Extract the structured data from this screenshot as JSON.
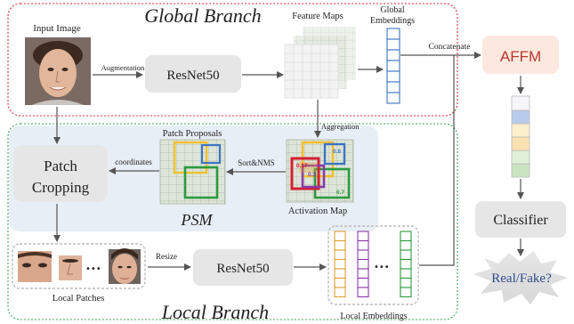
{
  "branches": {
    "global": "Global Branch",
    "local": "Local Branch",
    "psm": "PSM"
  },
  "inputs": {
    "input_image": "Input Image",
    "augmentation": "Augmentation"
  },
  "global_path": {
    "resnet": "ResNet50",
    "feature_maps": "Feature Maps",
    "global_embeddings_line1": "Global",
    "global_embeddings_line2": "Embeddings",
    "concatenate": "Concatenate"
  },
  "psm_path": {
    "aggregation": "Aggregation",
    "patch_proposals": "Patch Proposals",
    "sort_nms": "Sort&NMS",
    "activation_map": "Activation Map",
    "coordinates": "coordinates",
    "patch_cropping_line1": "Patch",
    "patch_cropping_line2": "Cropping",
    "scores": [
      "0.17",
      "0.8",
      "0.3",
      "0.7"
    ]
  },
  "local_path": {
    "local_patches": "Local Patches",
    "resize": "Resize",
    "resnet": "ResNet50",
    "local_embeddings": "Local Embeddings",
    "ellipsis": "•••"
  },
  "head": {
    "affm": "AFFM",
    "classifier": "Classifier",
    "output": "Real/Fake?"
  },
  "colors": {
    "global_border": "#d6303a",
    "local_border": "#3aa35a",
    "psm_fill": "#e8eef5",
    "box_gray": "#e6e6e6",
    "affm_fill": "#fde8df",
    "embed_blue": "#3d74c4",
    "box_yellow": "#f0c030",
    "box_green": "#2a9a3e",
    "box_red": "#d42030",
    "box_purple": "#8a3aa8",
    "box_orange": "#e0a030",
    "output_blue": "#2d4d8c"
  }
}
